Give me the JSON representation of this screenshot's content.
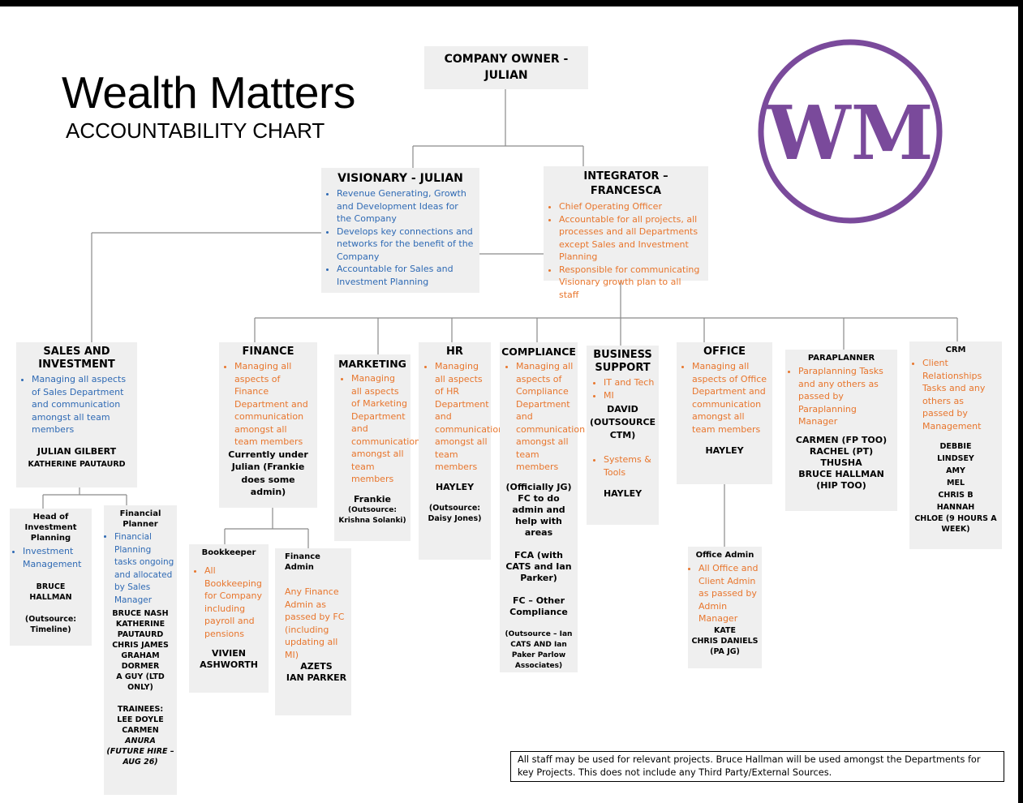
{
  "title": "Wealth Matters",
  "subtitle": "ACCOUNTABILITY CHART",
  "logo_text": "WM",
  "colors": {
    "blue_text": "#2f6ab4",
    "orange_text": "#e8762d",
    "logo_purple": "#7a4a9b",
    "box_fill": "#efefef"
  },
  "owner": {
    "line1": "COMPANY OWNER -",
    "line2": "JULIAN"
  },
  "visionary": {
    "title": "VISIONARY - JULIAN",
    "bullets": [
      "Revenue Generating, Growth and Development Ideas for the Company",
      "Develops key connections and networks for the benefit of the Company",
      "Accountable for Sales and Investment Planning"
    ]
  },
  "integrator": {
    "title": "INTEGRATOR – FRANCESCA",
    "bullets": [
      "Chief Operating Officer",
      "Accountable for all projects, all processes and all Departments except Sales and Investment Planning",
      "Responsible for communicating Visionary growth plan to all staff"
    ]
  },
  "sales": {
    "title": "SALES AND INVESTMENT",
    "bullets": [
      "Managing all aspects of Sales Department and communication amongst all team members"
    ],
    "people": [
      "JULIAN GILBERT",
      "KATHERINE PAUTAURD"
    ]
  },
  "head_inv": {
    "title": "Head of Investment Planning",
    "bullets": [
      "Investment Management"
    ],
    "person": "BRUCE HALLMAN",
    "outsource": "(Outsource: Timeline)"
  },
  "fin_planner": {
    "title": "Financial Planner",
    "bullets": [
      "Financial Planning tasks ongoing and allocated by Sales Manager"
    ],
    "people": [
      "BRUCE NASH",
      "KATHERINE PAUTAURD",
      "CHRIS JAMES",
      "GRAHAM DORMER",
      "A GUY (LTD ONLY)"
    ],
    "trainees_label": "TRAINEES:",
    "trainees": [
      "LEE DOYLE",
      "CARMEN"
    ],
    "future": "ANURA (FUTURE HIRE – AUG 26)"
  },
  "finance": {
    "title": "FINANCE",
    "bullets": [
      "Managing all aspects of Finance Department and communication amongst all team members"
    ],
    "note": "Currently under Julian (Frankie does some admin)"
  },
  "bookkeeper": {
    "title": "Bookkeeper",
    "bullets": [
      "All Bookkeeping for Company including payroll and pensions"
    ],
    "person": "VIVIEN ASHWORTH"
  },
  "fin_admin": {
    "title": "Finance Admin",
    "text": "Any Finance Admin as passed by FC (including updating all MI)",
    "people": [
      "AZETS",
      "IAN PARKER"
    ]
  },
  "marketing": {
    "title": "MARKETING",
    "bullets": [
      "Managing all aspects of Marketing Department and communication amongst all team members"
    ],
    "person": "Frankie",
    "outsource": "(Outsource: Krishna Solanki)"
  },
  "hr": {
    "title": "HR",
    "bullets": [
      "Managing all aspects of HR Department and communication amongst all team members"
    ],
    "person": "HAYLEY",
    "outsource": "(Outsource: Daisy Jones)"
  },
  "compliance": {
    "title": "COMPLIANCE",
    "bullets": [
      "Managing all aspects of Compliance Department and communication amongst all team members"
    ],
    "notes": [
      "(Officially JG) FC to do admin and help with areas",
      "FCA (with CATS and Ian Parker)",
      "FC – Other Compliance"
    ],
    "outsource": "(Outsource – Ian CATS AND Ian Paker Parlow Associates)"
  },
  "business": {
    "title": "BUSINESS SUPPORT",
    "bullets": [
      "IT and Tech",
      "MI"
    ],
    "person1": "DAVID (OUTSOURCE CTM)",
    "bullets2": [
      "Systems & Tools"
    ],
    "person2": "HAYLEY"
  },
  "office": {
    "title": "OFFICE",
    "bullets": [
      "Managing all aspects of Office Department and communication amongst all team members"
    ],
    "person": "HAYLEY"
  },
  "office_admin": {
    "title": "Office Admin",
    "bullets": [
      "All Office and Client Admin as passed by Admin Manager"
    ],
    "people": [
      "KATE",
      "CHRIS DANIELS (PA JG)"
    ]
  },
  "paraplanner": {
    "title": "PARAPLANNER",
    "bullets": [
      "Paraplanning Tasks and any others as passed by Paraplanning Manager"
    ],
    "people": [
      "CARMEN (FP TOO)",
      "RACHEL (PT)",
      "THUSHA",
      "BRUCE HALLMAN (HIP TOO)"
    ]
  },
  "crm": {
    "title": "CRM",
    "bullets": [
      "Client Relationships Tasks and any others as passed by Management"
    ],
    "people": [
      "DEBBIE",
      "LINDSEY",
      "AMY",
      "MEL",
      "CHRIS B",
      "HANNAH",
      "CHLOE (9 HOURS A WEEK)"
    ]
  },
  "footer_note": "All staff may be used for relevant projects. Bruce Hallman will be used amongst the Departments for key Projects. This does not include any Third Party/External Sources."
}
